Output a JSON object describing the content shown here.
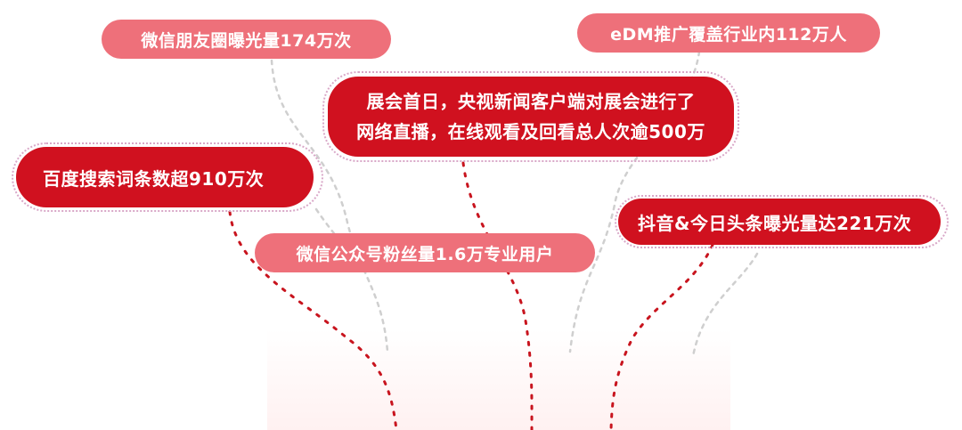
{
  "bubbles": {
    "wechat_moments": "微信朋友圈曝光量174万次",
    "edm": "eDM推广覆盖行业内112万人",
    "cctv_line1": "展会首日，央视新闻客户端对展会进行了",
    "cctv_line2": "网络直播，在线观看及回看总人次逾500万",
    "baidu": "百度搜索词条数超910万次",
    "douyin": "抖音&今日头条曝光量达221万次",
    "wechat_official": "微信公众号粉丝量1.6万专业用户"
  },
  "colors": {
    "pink": "#ee707a",
    "red": "#d0111f",
    "red_dots": "#c8141e",
    "grey_dots": "#cfcfcf",
    "outline_dots": "#d9a8c8"
  }
}
